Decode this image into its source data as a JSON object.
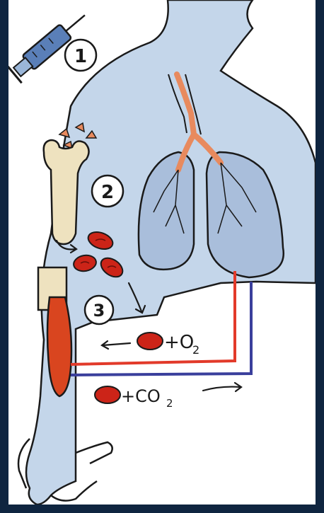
{
  "steps": [
    "1",
    "2",
    "3"
  ],
  "labels": {
    "oxygen_formula": "+O",
    "oxygen_sub": "2",
    "co2_formula": "+CO",
    "co2_sub": "2"
  },
  "colors": {
    "background": "#0f2540",
    "body_fill": "#c4d6ea",
    "lung_fill": "#a9bedb",
    "bone": "#eee2bf",
    "muscle": "#d9451f",
    "red_cell": "#cc2418",
    "oxygenated_line": "#e23a2a",
    "deoxygenated_line": "#3a3f9c",
    "bronchi": "#e88a5e"
  },
  "icons": [
    "syringe-icon",
    "bone-icon",
    "lungs-icon",
    "red-blood-cell-icon",
    "muscle-icon",
    "arrow-icon"
  ]
}
